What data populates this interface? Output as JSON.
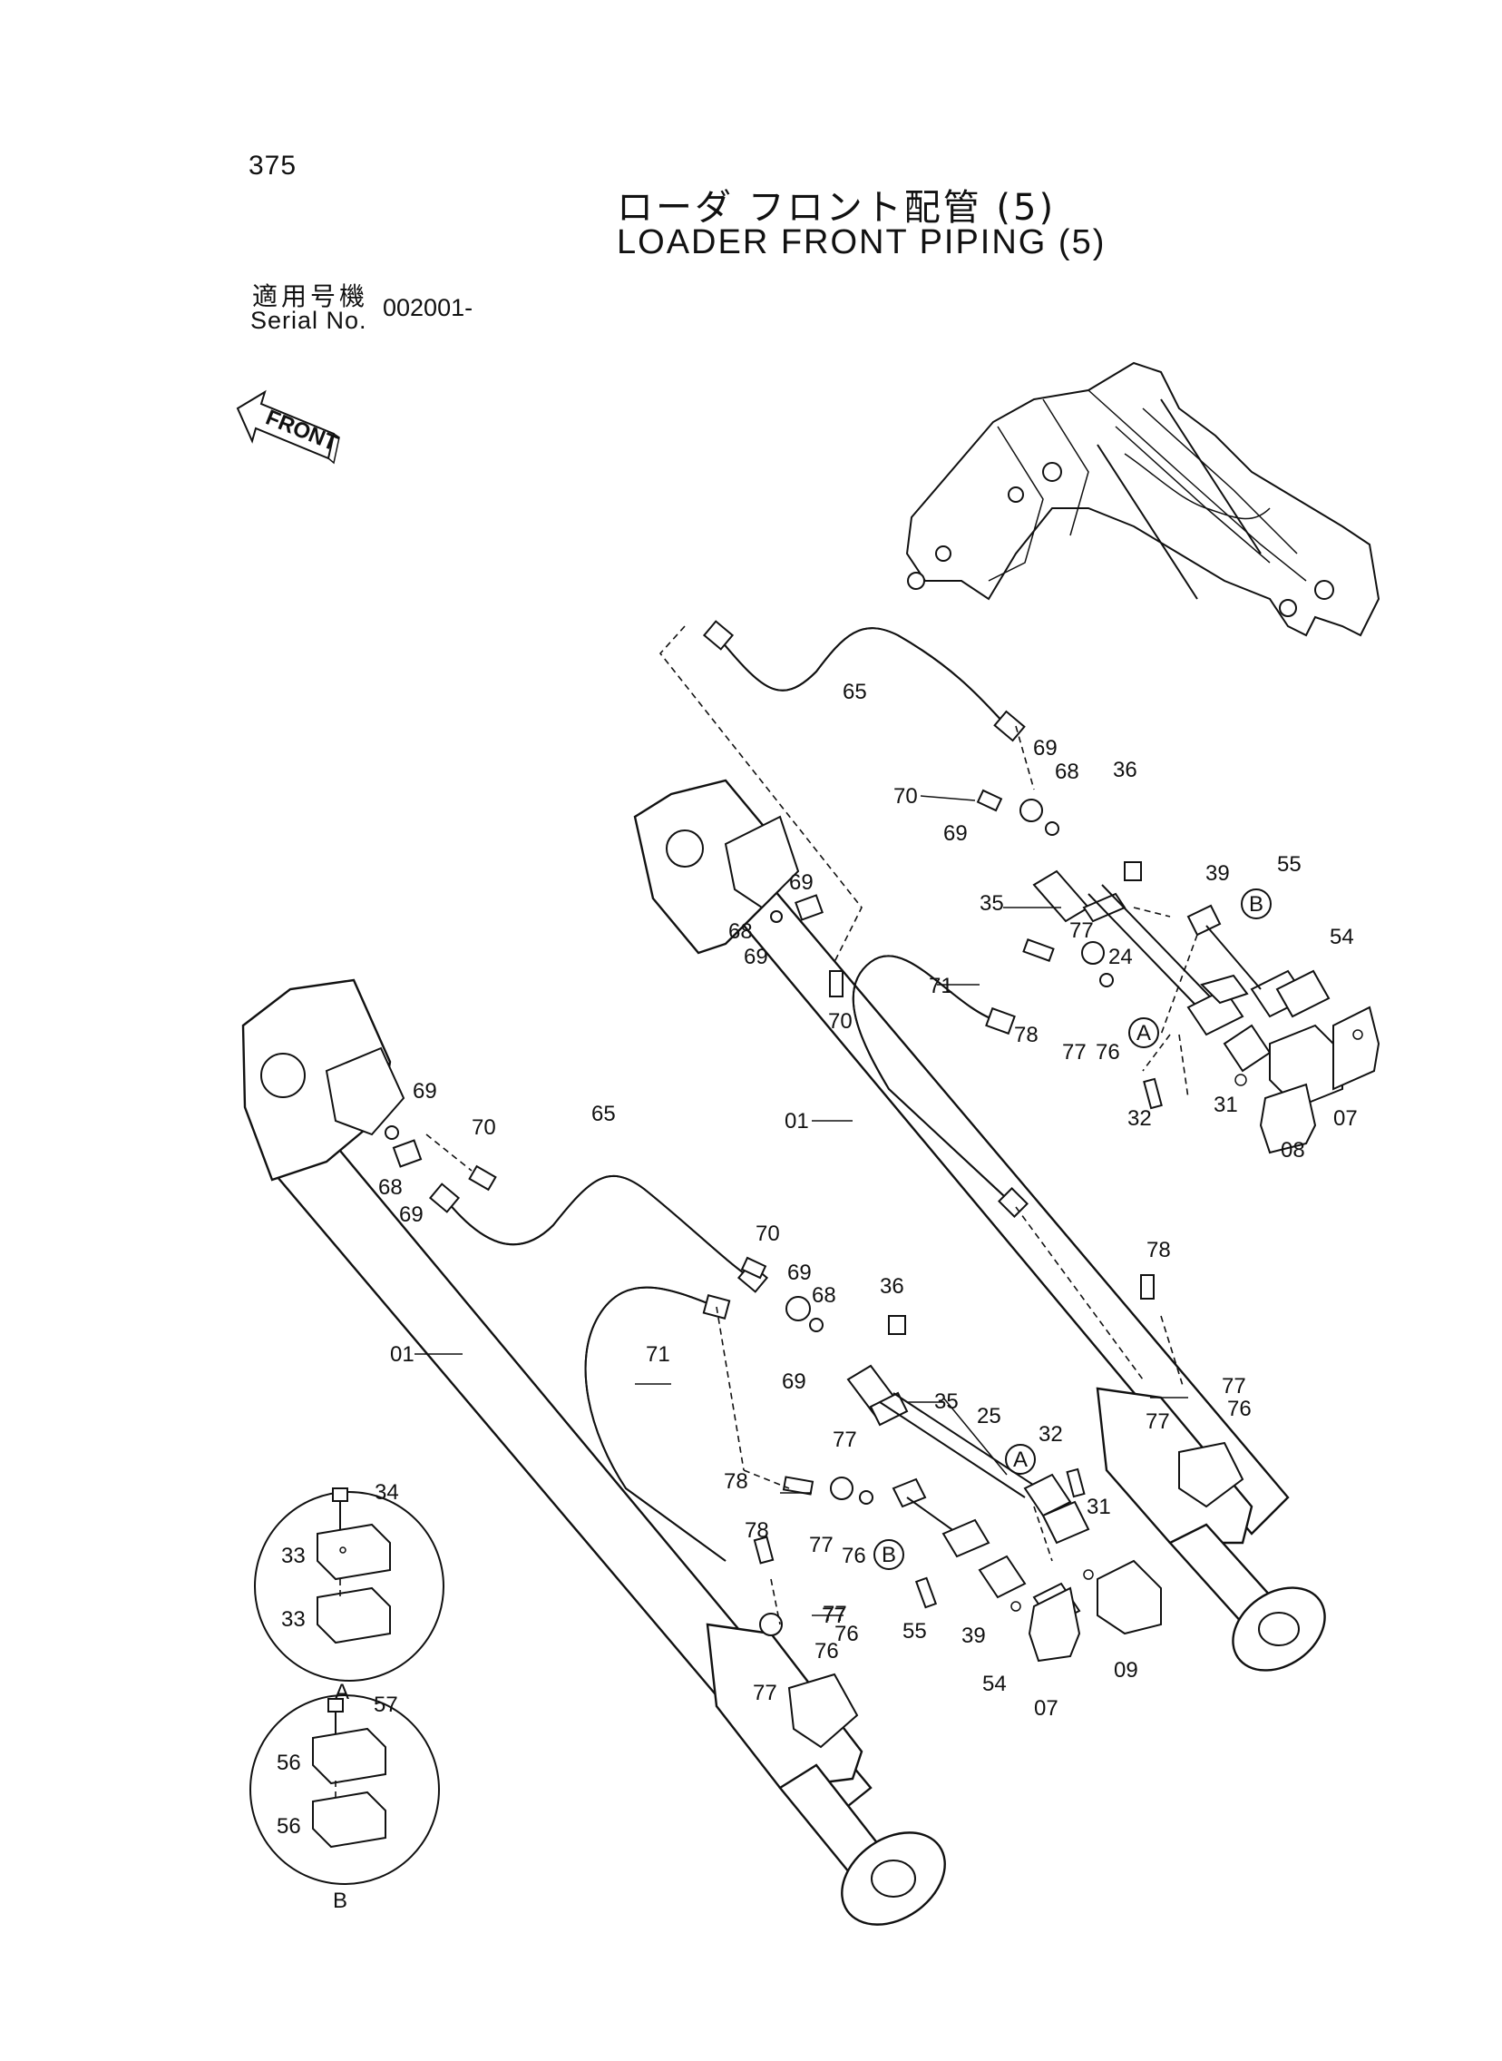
{
  "header": {
    "page_number": "375",
    "title_jp": "ローダ フロント配管 (5)",
    "title_en": "LOADER FRONT PIPING (5)",
    "serial_label_jp": "適用号機",
    "serial_label_en": "Serial No.",
    "serial_value": "002001-"
  },
  "front_arrow": {
    "label": "FRONT"
  },
  "detail_views": {
    "a": {
      "label": "A",
      "callouts": [
        "34",
        "33",
        "33"
      ]
    },
    "b": {
      "label": "B",
      "callouts": [
        "57",
        "56",
        "56"
      ]
    }
  },
  "callouts": {
    "c65_top": "65",
    "c69_a": "69",
    "c70_a": "70",
    "c68_a": "68",
    "c69_b": "69",
    "c36_a": "36",
    "c39_a": "39",
    "c55_a": "55",
    "c35_a": "35",
    "c77_a": "77",
    "c24": "24",
    "c54_a": "54",
    "c69_c": "69",
    "c68_b": "68",
    "c69_d": "69",
    "c71_a": "71",
    "c78_a": "78",
    "c77_b": "77",
    "c76_a": "76",
    "c31_a": "31",
    "c70_b": "70",
    "c32_a": "32",
    "c08": "08",
    "c07_a": "07",
    "c01_a": "01",
    "c69_e": "69",
    "c70_c": "70",
    "c65_b": "65",
    "c68_c": "68",
    "c69_f": "69",
    "c70_d": "70",
    "c69_g": "69",
    "c68_d": "68",
    "c36_b": "36",
    "c01_b": "01",
    "c71_b": "71",
    "c69_h": "69",
    "c35_b": "35",
    "c25": "25",
    "c32_b": "32",
    "c78_b": "78",
    "c77_c": "77",
    "c77_d": "77",
    "c76_b": "76",
    "c77_e": "77",
    "c78_c": "78",
    "c77_f": "77",
    "c76_c": "76",
    "c31_b": "31",
    "c78_d": "78",
    "c77_g": "77",
    "c76_d": "76",
    "c55_b": "55",
    "c39_b": "39",
    "c54_b": "54",
    "c07_b": "07",
    "c09": "09",
    "c77_h": "77",
    "c76_e": "76",
    "c77_i": "77"
  },
  "markers": {
    "a1": "A",
    "b1": "B",
    "a2": "A",
    "b2": "B"
  }
}
